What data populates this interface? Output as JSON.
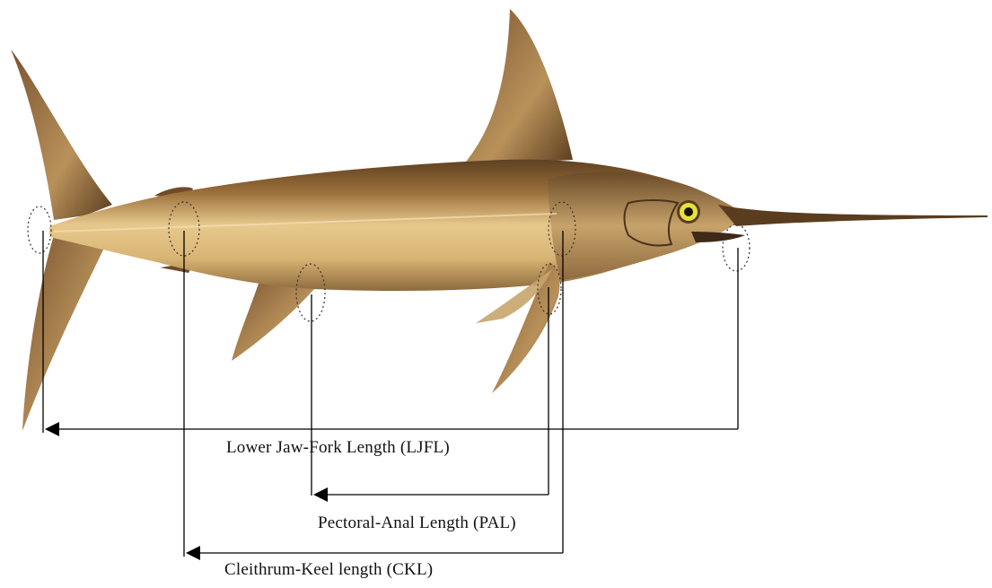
{
  "labels": {
    "ljfl": "Lower Jaw-Fork Length (LJFL)",
    "pal": "Pectoral-Anal Length (PAL)",
    "ckl": "Cleithrum-Keel length (CKL)"
  },
  "colors": {
    "body_light": "#e7c98d",
    "body_mid": "#b48a4c",
    "body_dark": "#5e4022",
    "fin": "#6f4b28",
    "eye": "#e4e23a",
    "line": "#000000"
  },
  "icons": [
    "swordfish-illustration",
    "arrowhead-icon"
  ]
}
